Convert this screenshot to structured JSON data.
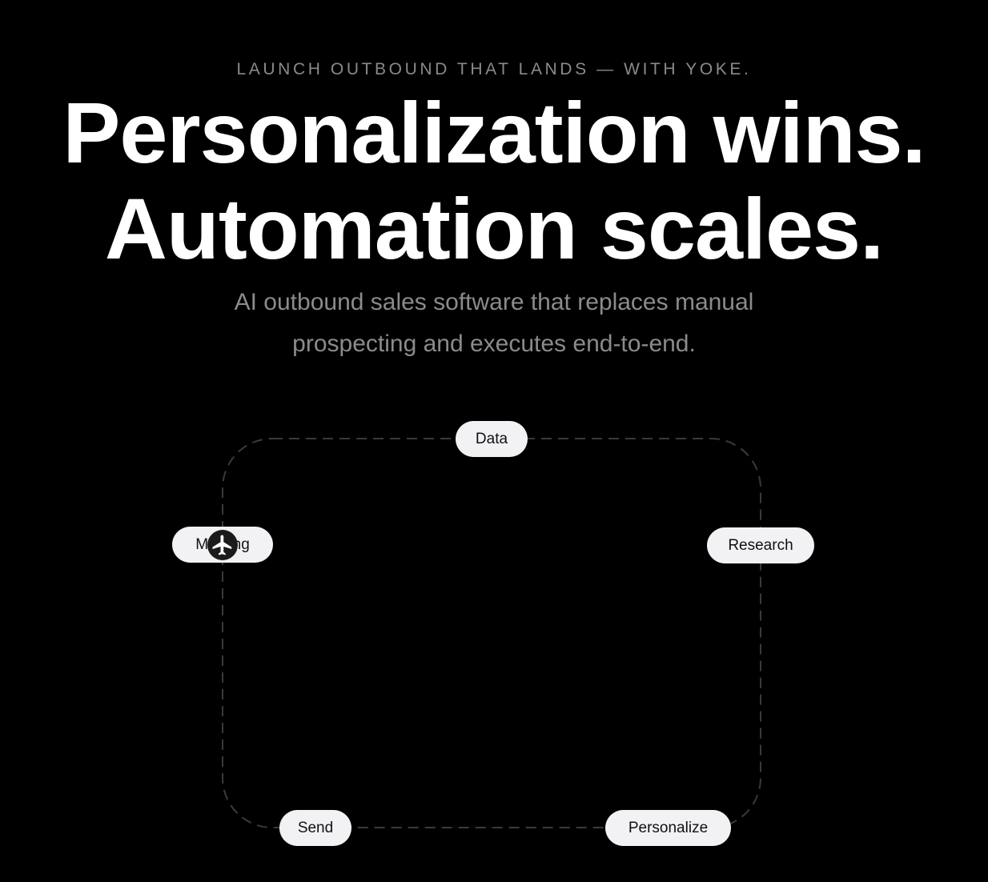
{
  "hero": {
    "eyebrow": "LAUNCH OUTBOUND THAT LANDS — WITH YOKE.",
    "headline_line1": "Personalization wins.",
    "headline_line2": "Automation scales.",
    "subtitle": "AI outbound sales software that replaces manual prospecting and executes end-to-end."
  },
  "workflow": {
    "steps": {
      "data": "Data",
      "research": "Research",
      "personalize": "Personalize",
      "send": "Send",
      "meeting": "Meeting"
    },
    "traveler_icon": "airplane-icon"
  },
  "colors": {
    "background": "#000000",
    "headline": "#ffffff",
    "muted_text": "#8a8a8a",
    "pill_background": "#f2f2f4",
    "pill_text": "#111111",
    "loop_stroke": "#3a3a3a"
  }
}
